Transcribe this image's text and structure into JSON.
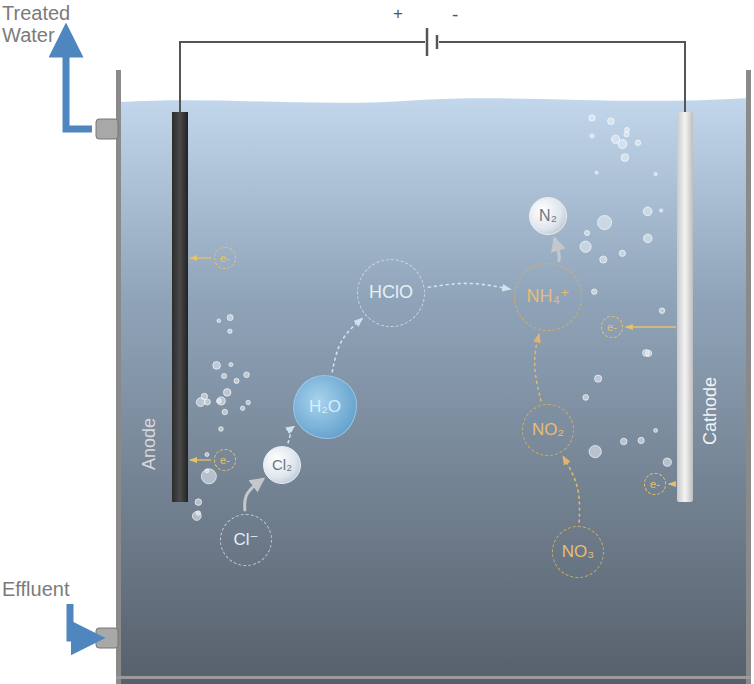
{
  "diagram": {
    "nodes": [
      {
        "text": [
          "N₂"
        ]
      },
      {
        "text": [
          "HClO"
        ]
      },
      {
        "text": [
          "NH₄⁺"
        ]
      },
      {
        "text": [
          "e-"
        ]
      },
      {
        "text": [
          "e-"
        ]
      },
      {
        "text": [
          "NO₂"
        ]
      },
      {
        "text": [
          "H₂O"
        ]
      },
      {
        "text": [
          "e-"
        ]
      },
      {
        "text": [
          "Cl₂"
        ]
      },
      {
        "text": [
          "e-"
        ]
      },
      {
        "text": [
          "Cl⁻"
        ]
      },
      {
        "text": [
          "NO₃"
        ]
      }
    ],
    "edges": [
      {
        "from": 10,
        "to": 8,
        "arrow": "to"
      },
      {
        "from": 8,
        "to": 6,
        "arrow": "to"
      },
      {
        "from": 6,
        "to": 1,
        "arrow": "to"
      },
      {
        "from": 1,
        "to": 2,
        "arrow": "to"
      },
      {
        "from": 11,
        "to": 5,
        "arrow": "to"
      },
      {
        "from": 5,
        "to": 2,
        "arrow": "to"
      },
      {
        "from": 2,
        "to": 0,
        "arrow": "to"
      }
    ],
    "labels": [
      "Treated Water",
      "+",
      "-",
      "Anode",
      "Cathode",
      "Effluent"
    ]
  }
}
